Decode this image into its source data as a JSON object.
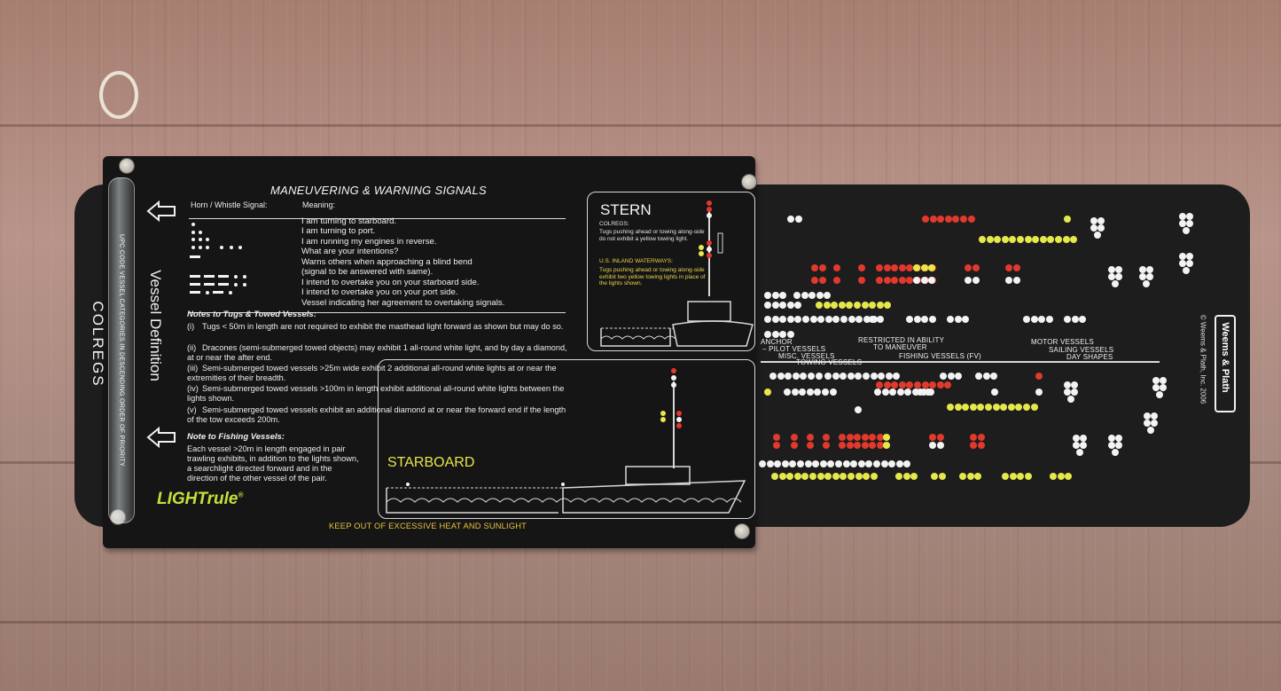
{
  "slider_card": {
    "tube_text": "UPC CODE  VESSEL CATEGORIES IN DESCENDING ORDER OF PRIORITY",
    "vertical_title": "Vessel Definition",
    "colregs": "COLREGS",
    "title": "MANEUVERING & WARNING SIGNALS",
    "horn_header": "Horn / Whistle Signal:",
    "meaning_header": "Meaning:",
    "signal_meanings": [
      "I am turning to starboard.",
      "I am turning to port.",
      "I am running my engines in reverse.",
      "What are your intentions?",
      "Warns others when approaching a blind bend",
      "(signal to be answered with same).",
      "I intend to overtake you on your starboard side.",
      "I intend to overtake you on your port side.",
      "Vessel indicating her agreement to overtaking signals."
    ],
    "notes_heading": "Notes to Tugs & Towed Vessels:",
    "notes": [
      {
        "num": "(i)",
        "text": "Tugs < 50m in length are not required to exhibit the masthead light forward as shown but may do so."
      },
      {
        "num": "(ii)",
        "text": "Dracones (semi-submerged towed objects) may exhibit 1 all-round white light, and by day a diamond, at or near the after end."
      },
      {
        "num": "(iii)",
        "text": "Semi-submerged towed vessels >25m wide exhibit 2 additional all-round white lights at or near the extremities of their breadth."
      },
      {
        "num": "(iv)",
        "text": "Semi-submerged towed vessels >100m in length exhibit additional all-round white lights between the lights shown."
      },
      {
        "num": "(v)",
        "text": "Semi-submerged towed vessels exhibit an additional diamond at or near the forward end if the length of the tow exceeds 200m."
      }
    ],
    "fishing_heading": "Note to Fishing Vessels:",
    "fishing_text": "Each vessel >20m in length engaged in pair trawling exhibits, in addition to the lights shown, a searchlight directed forward and in the direction of the other vessel of the pair.",
    "stern": {
      "title": "STERN",
      "colregs_label": "COLREGS:",
      "colregs_text": "Tugs pushing ahead or towing along-side do not exhibit a yellow towing light.",
      "inland_label": "U.S. INLAND WATERWAYS:",
      "inland_text": "Tugs pushing ahead or towing along-side exhibit two yellow towing lights in place of the lights shown."
    },
    "starboard_title": "STARBOARD",
    "brand": "LIGHTrule",
    "brand_mark": "®",
    "warning": "KEEP OUT OF EXCESSIVE HEAT AND SUNLIGHT"
  },
  "back_ruler": {
    "categories": {
      "anchor": "ANCHOR",
      "pilot": "PILOT VESSELS",
      "misc": "MISC. VESSELS",
      "towing": "TOWING VESSELS",
      "ram": "RESTRICTED IN ABILITY",
      "ram2": "TO MANEUVER",
      "fishing": "FISHING VESSELS (FV)",
      "motor": "MOTOR VESSELS",
      "sailing": "SAILING VESSELS",
      "day_shapes": "DAY SHAPES"
    },
    "brand": "Weems & Plath",
    "copyright": "© Weems & Plath, Inc. 2006"
  },
  "colors": {
    "card": "#151516",
    "ruler": "#1d1d1e",
    "white_light": "#f3f3f3",
    "red_light": "#e2392c",
    "yellow_light": "#e6e84a",
    "brand_green": "#c8e03a",
    "warning_yellow": "#e8c23a"
  },
  "icons": [
    "left-arrow-icon",
    "vessel-silhouette-icon",
    "ring-icon",
    "screw-icon"
  ]
}
